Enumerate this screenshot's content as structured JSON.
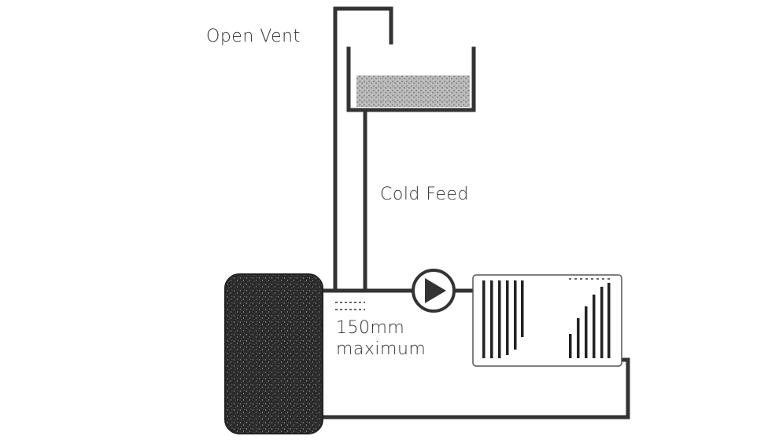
{
  "labels": {
    "open_vent": "Open Vent",
    "cold_feed": "Cold Feed",
    "distance_value": "150mm",
    "distance_note": "maximum"
  },
  "colors": {
    "line": "#333333",
    "boiler_fill": "#2a2a2a",
    "tank_water": "#a8a8a8",
    "background": "#ffffff"
  },
  "icons": {
    "pump": "pump-icon",
    "radiator": "radiator-icon",
    "boiler": "boiler-icon",
    "tank": "header-tank-icon"
  }
}
